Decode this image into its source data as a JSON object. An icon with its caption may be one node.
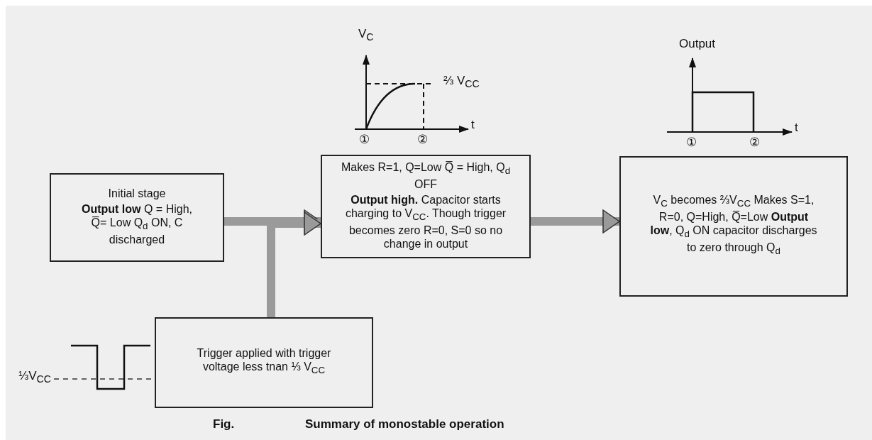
{
  "diagram": {
    "caption": "Summary of monostable operation",
    "nodes": [
      {
        "text": [
          "Initial stage",
          "**Output low** Q = High, Q̅= Low Q$_{d}$ ON, C discharged"
        ]
      },
      {
        "text": [
          "Makes R=1, Q=Low Q̅ = High, Q$_{d}$ OFF",
          "**Output high.** Capacitor starts charging to V$_{CC}$. Though trigger becomes zero R=0, S=0 so no change in output"
        ]
      },
      {
        "text": [
          "V$_{C}$ becomes ⅔V$_{CC}$ Makes S=1, R=0, Q=High, Q̅=Low **Output low**, Q$_{d}$ ON capacitor discharges to zero through Q$_{d}$"
        ]
      },
      {
        "text": [
          "Trigger applied with trigger voltage less tnan ⅓ V$_{CC}$"
        ]
      }
    ],
    "edges": [
      {
        "from": 0,
        "to": 1,
        "arrow": "to"
      },
      {
        "from": 1,
        "to": 2,
        "arrow": "to"
      },
      {
        "from": 3,
        "to": 1,
        "arrow": "to"
      }
    ],
    "labels": [
      "V$_{C}$",
      "⅔ V$_{CC}$",
      "t",
      "①",
      "②",
      "Output",
      "t",
      "①",
      "②",
      "⅓V$_{CC}$",
      "Fig."
    ]
  }
}
